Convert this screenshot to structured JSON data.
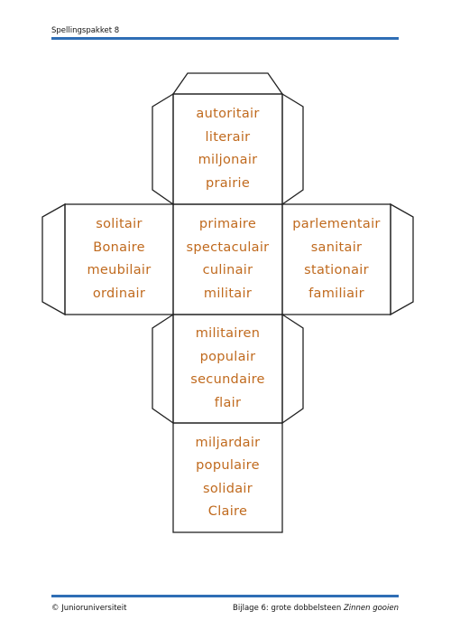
{
  "header": {
    "title": "Spellingspakket 8"
  },
  "footer": {
    "left": "© Junioruniversiteit",
    "right_prefix": "Bijlage 6: grote dobbelsteen ",
    "right_italic": "Zinnen gooien"
  },
  "faces": {
    "top": {
      "words": [
        "autoritair",
        "literair",
        "miljonair",
        "prairie"
      ]
    },
    "left": {
      "words": [
        "solitair",
        "Bonaire",
        "meubilair",
        "ordinair"
      ]
    },
    "center": {
      "words": [
        "primaire",
        "spectaculair",
        "culinair",
        "militair"
      ]
    },
    "right": {
      "words": [
        "parlementair",
        "sanitair",
        "stationair",
        "familiair"
      ]
    },
    "lower": {
      "words": [
        "militairen",
        "populair",
        "secundaire",
        "flair"
      ]
    },
    "bottom": {
      "words": [
        "miljardair",
        "populaire",
        "solidair",
        "Claire"
      ]
    }
  },
  "colors": {
    "accent_rule": "#2f6eb5",
    "word_color": "#c06a1e",
    "outline": "#222222"
  }
}
